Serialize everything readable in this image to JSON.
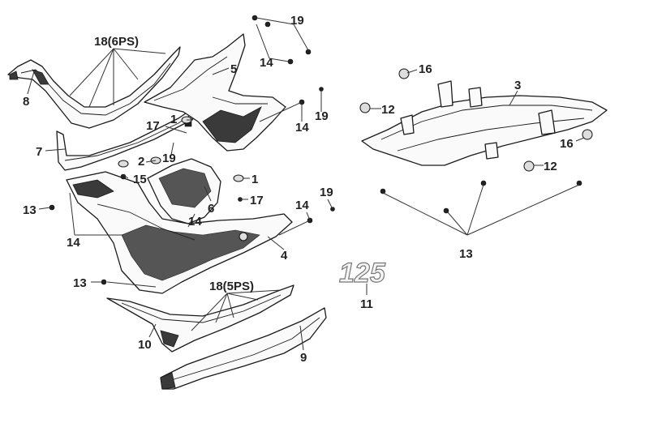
{
  "callouts": {
    "c1a": "1",
    "c1b": "1",
    "c2": "2",
    "c3": "3",
    "c4": "4",
    "c5": "5",
    "c6": "6",
    "c7": "7",
    "c8": "8",
    "c9": "9",
    "c10": "10",
    "c11": "11",
    "c12a": "12",
    "c12b": "12",
    "c13a": "13",
    "c13b": "13",
    "c13c": "13",
    "c14a": "14",
    "c14b": "14",
    "c14c": "14",
    "c14d": "14",
    "c14e": "14",
    "c15": "15",
    "c16a": "16",
    "c16b": "16",
    "c17a": "17",
    "c17b": "17",
    "c18a": "18(6PS)",
    "c18b": "18(5PS)",
    "c19a": "19",
    "c19b": "19",
    "c19c": "19",
    "c19d": "19"
  },
  "emblem_text": "125"
}
